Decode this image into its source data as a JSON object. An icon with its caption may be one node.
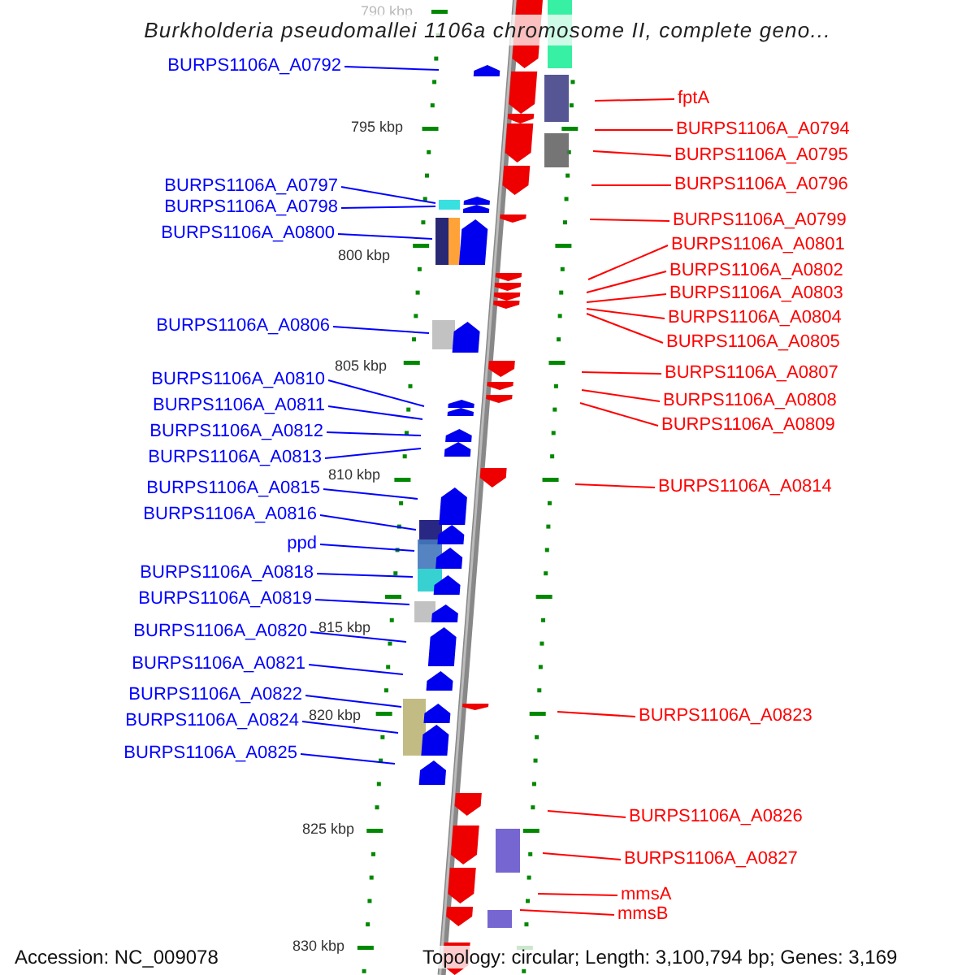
{
  "diagram": {
    "title": "Burkholderia pseudomallei 1106a chromosome II, complete geno...",
    "nodes": [
      {
        "text": [
          "BURPS1106A_A0792"
        ]
      },
      {
        "text": [
          "BURPS1106A_A0797"
        ]
      },
      {
        "text": [
          "BURPS1106A_A0798"
        ]
      },
      {
        "text": [
          "BURPS1106A_A0800"
        ]
      },
      {
        "text": [
          "BURPS1106A_A0806"
        ]
      },
      {
        "text": [
          "BURPS1106A_A0810"
        ]
      },
      {
        "text": [
          "BURPS1106A_A0811"
        ]
      },
      {
        "text": [
          "BURPS1106A_A0812"
        ]
      },
      {
        "text": [
          "BURPS1106A_A0813"
        ]
      },
      {
        "text": [
          "BURPS1106A_A0815"
        ]
      },
      {
        "text": [
          "BURPS1106A_A0816"
        ]
      },
      {
        "text": [
          "ppd"
        ]
      },
      {
        "text": [
          "BURPS1106A_A0818"
        ]
      },
      {
        "text": [
          "BURPS1106A_A0819"
        ]
      },
      {
        "text": [
          "BURPS1106A_A0820"
        ]
      },
      {
        "text": [
          "BURPS1106A_A0821"
        ]
      },
      {
        "text": [
          "BURPS1106A_A0822"
        ]
      },
      {
        "text": [
          "BURPS1106A_A0824"
        ]
      },
      {
        "text": [
          "BURPS1106A_A0825"
        ]
      },
      {
        "text": [
          "fptA"
        ]
      },
      {
        "text": [
          "BURPS1106A_A0794"
        ]
      },
      {
        "text": [
          "BURPS1106A_A0795"
        ]
      },
      {
        "text": [
          "BURPS1106A_A0796"
        ]
      },
      {
        "text": [
          "BURPS1106A_A0799"
        ]
      },
      {
        "text": [
          "BURPS1106A_A0801"
        ]
      },
      {
        "text": [
          "BURPS1106A_A0802"
        ]
      },
      {
        "text": [
          "BURPS1106A_A0803"
        ]
      },
      {
        "text": [
          "BURPS1106A_A0804"
        ]
      },
      {
        "text": [
          "BURPS1106A_A0805"
        ]
      },
      {
        "text": [
          "BURPS1106A_A0807"
        ]
      },
      {
        "text": [
          "BURPS1106A_A0808"
        ]
      },
      {
        "text": [
          "BURPS1106A_A0809"
        ]
      },
      {
        "text": [
          "BURPS1106A_A0814"
        ]
      },
      {
        "text": [
          "BURPS1106A_A0823"
        ]
      },
      {
        "text": [
          "BURPS1106A_A0826"
        ]
      },
      {
        "text": [
          "BURPS1106A_A0827"
        ]
      },
      {
        "text": [
          "mmsA"
        ]
      },
      {
        "text": [
          "mmsB"
        ]
      }
    ],
    "edges": [
      {
        "from": 0,
        "to": null,
        "arrow": "none",
        "color": "#0000ff"
      },
      {
        "from": 1,
        "to": null,
        "arrow": "none",
        "color": "#0000ff"
      },
      {
        "from": 2,
        "to": null,
        "arrow": "none",
        "color": "#0000ff"
      },
      {
        "from": 3,
        "to": null,
        "arrow": "none",
        "color": "#0000ff"
      },
      {
        "from": 4,
        "to": null,
        "arrow": "none",
        "color": "#0000ff"
      },
      {
        "from": 5,
        "to": null,
        "arrow": "none",
        "color": "#0000ff"
      },
      {
        "from": 6,
        "to": null,
        "arrow": "none",
        "color": "#0000ff"
      },
      {
        "from": 7,
        "to": null,
        "arrow": "none",
        "color": "#0000ff"
      },
      {
        "from": 8,
        "to": null,
        "arrow": "none",
        "color": "#0000ff"
      },
      {
        "from": 9,
        "to": null,
        "arrow": "none",
        "color": "#0000ff"
      },
      {
        "from": 10,
        "to": null,
        "arrow": "none",
        "color": "#0000ff"
      },
      {
        "from": 11,
        "to": null,
        "arrow": "none",
        "color": "#0000ff"
      },
      {
        "from": 12,
        "to": null,
        "arrow": "none",
        "color": "#0000ff"
      },
      {
        "from": 13,
        "to": null,
        "arrow": "none",
        "color": "#0000ff"
      },
      {
        "from": 14,
        "to": null,
        "arrow": "none",
        "color": "#0000ff"
      },
      {
        "from": 15,
        "to": null,
        "arrow": "none",
        "color": "#0000ff"
      },
      {
        "from": 16,
        "to": null,
        "arrow": "none",
        "color": "#0000ff"
      },
      {
        "from": 17,
        "to": null,
        "arrow": "none",
        "color": "#0000ff"
      },
      {
        "from": 18,
        "to": null,
        "arrow": "none",
        "color": "#0000ff"
      },
      {
        "from": 19,
        "to": null,
        "arrow": "none",
        "color": "#ff0000"
      },
      {
        "from": 20,
        "to": null,
        "arrow": "none",
        "color": "#ff0000"
      },
      {
        "from": 21,
        "to": null,
        "arrow": "none",
        "color": "#ff0000"
      },
      {
        "from": 22,
        "to": null,
        "arrow": "none",
        "color": "#ff0000"
      },
      {
        "from": 23,
        "to": null,
        "arrow": "none",
        "color": "#ff0000"
      },
      {
        "from": 24,
        "to": null,
        "arrow": "none",
        "color": "#ff0000"
      },
      {
        "from": 25,
        "to": null,
        "arrow": "none",
        "color": "#ff0000"
      },
      {
        "from": 26,
        "to": null,
        "arrow": "none",
        "color": "#ff0000"
      },
      {
        "from": 27,
        "to": null,
        "arrow": "none",
        "color": "#ff0000"
      },
      {
        "from": 28,
        "to": null,
        "arrow": "none",
        "color": "#ff0000"
      },
      {
        "from": 29,
        "to": null,
        "arrow": "none",
        "color": "#ff0000"
      },
      {
        "from": 30,
        "to": null,
        "arrow": "none",
        "color": "#ff0000"
      },
      {
        "from": 31,
        "to": null,
        "arrow": "none",
        "color": "#ff0000"
      },
      {
        "from": 32,
        "to": null,
        "arrow": "none",
        "color": "#ff0000"
      },
      {
        "from": 33,
        "to": null,
        "arrow": "none",
        "color": "#ff0000"
      },
      {
        "from": 34,
        "to": null,
        "arrow": "none",
        "color": "#ff0000"
      },
      {
        "from": 35,
        "to": null,
        "arrow": "none",
        "color": "#ff0000"
      },
      {
        "from": 36,
        "to": null,
        "arrow": "none",
        "color": "#ff0000"
      },
      {
        "from": 37,
        "to": null,
        "arrow": "none",
        "color": "#ff0000"
      }
    ],
    "labels": [
      "790 kbp",
      "795 kbp",
      "800 kbp",
      "805 kbp",
      "810 kbp",
      "815 kbp",
      "820 kbp",
      "825 kbp",
      "830 kbp",
      "Accession: NC_009078",
      "Topology: circular; Length: 3,100,794 bp; Genes: 3,169"
    ]
  }
}
